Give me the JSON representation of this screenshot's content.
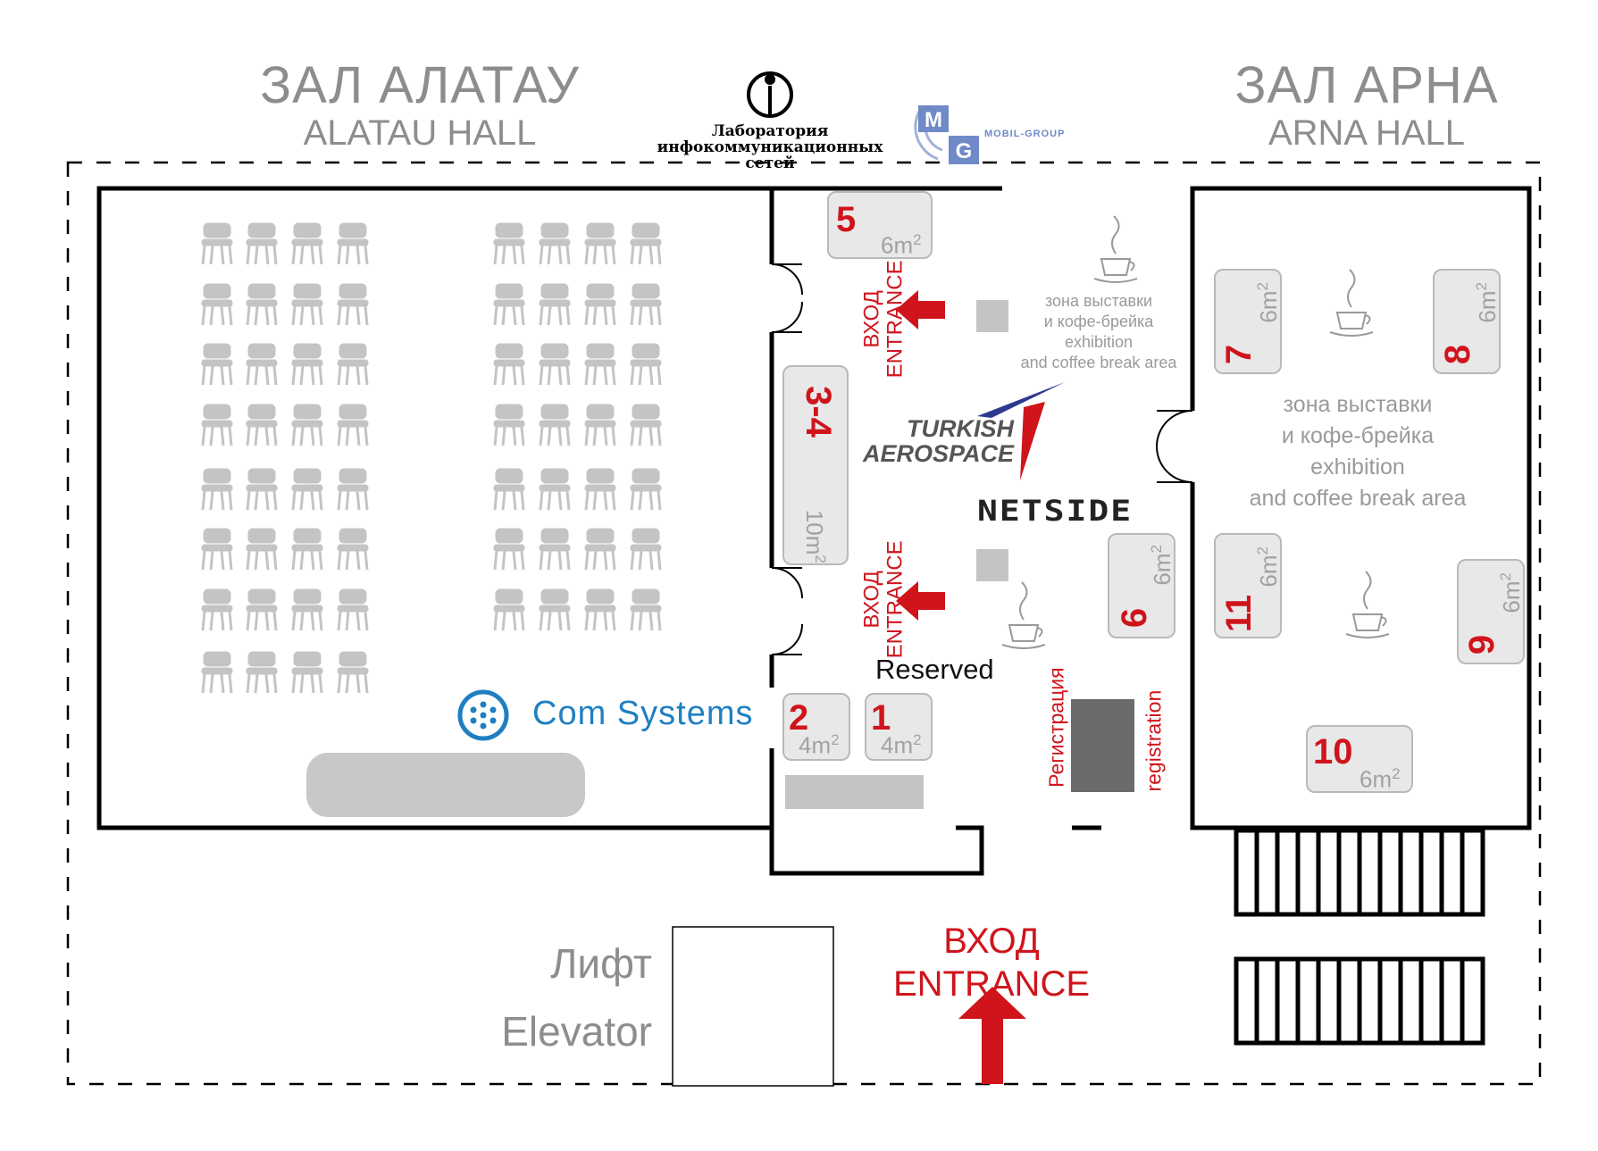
{
  "halls": {
    "alatau_ru": "ЗАЛ АЛАТАУ",
    "alatau_en": "ALATAU HALL",
    "arna_ru": "ЗАЛ АРНА",
    "arna_en": "ARNA HALL"
  },
  "logos": {
    "lab_line1": "Лаборатория",
    "lab_line2": "инфокоммуникационных",
    "lab_line3": "сетей",
    "mobil_group": "MOBIL-GROUP",
    "mobil_mark": "MG",
    "turkish_line1": "TURKISH",
    "turkish_line2": "AEROSPACE",
    "netside": "NETSIDE",
    "com_systems": "Com Systems"
  },
  "entrances": {
    "ru": "ВХОД",
    "en": "ENTRANCE",
    "main_ru": "ВХОД",
    "main_en": "ENTRANCE"
  },
  "zones": {
    "small_line1": "зона выставки",
    "small_line2": "и кофе-брейка",
    "small_line3": "exhibition",
    "small_line4": "and coffee break area",
    "arna_line1": "зона выставки",
    "arna_line2": "и кофе-брейка",
    "arna_line3": "exhibition",
    "arna_line4": "and coffee break area"
  },
  "booths": {
    "b1": {
      "number": "1",
      "area": "4m",
      "sup": "2"
    },
    "b2": {
      "number": "2",
      "area": "4m",
      "sup": "2"
    },
    "b34": {
      "number": "3-4",
      "area": "10m",
      "sup": "2"
    },
    "b5": {
      "number": "5",
      "area": "6m",
      "sup": "2"
    },
    "b6": {
      "number": "6",
      "area": "6m",
      "sup": "2"
    },
    "b7": {
      "number": "7",
      "area": "6m",
      "sup": "2"
    },
    "b8": {
      "number": "8",
      "area": "6m",
      "sup": "2"
    },
    "b9": {
      "number": "9",
      "area": "6m",
      "sup": "2"
    },
    "b10": {
      "number": "10",
      "area": "6m",
      "sup": "2"
    },
    "b11": {
      "number": "11",
      "area": "6m",
      "sup": "2"
    }
  },
  "labels": {
    "reserved": "Reserved",
    "registration_ru": "Регистрация",
    "registration_en": "registration",
    "lift_ru": "Лифт",
    "lift_en": "Elevator"
  },
  "colors": {
    "accent_red": "#d0141c",
    "wall": "#000000",
    "label_grey": "#8d8d8d",
    "chair": "#c4c4c4",
    "booth_fill": "#e8e8e8",
    "com_systems_blue": "#1f7fc1"
  }
}
